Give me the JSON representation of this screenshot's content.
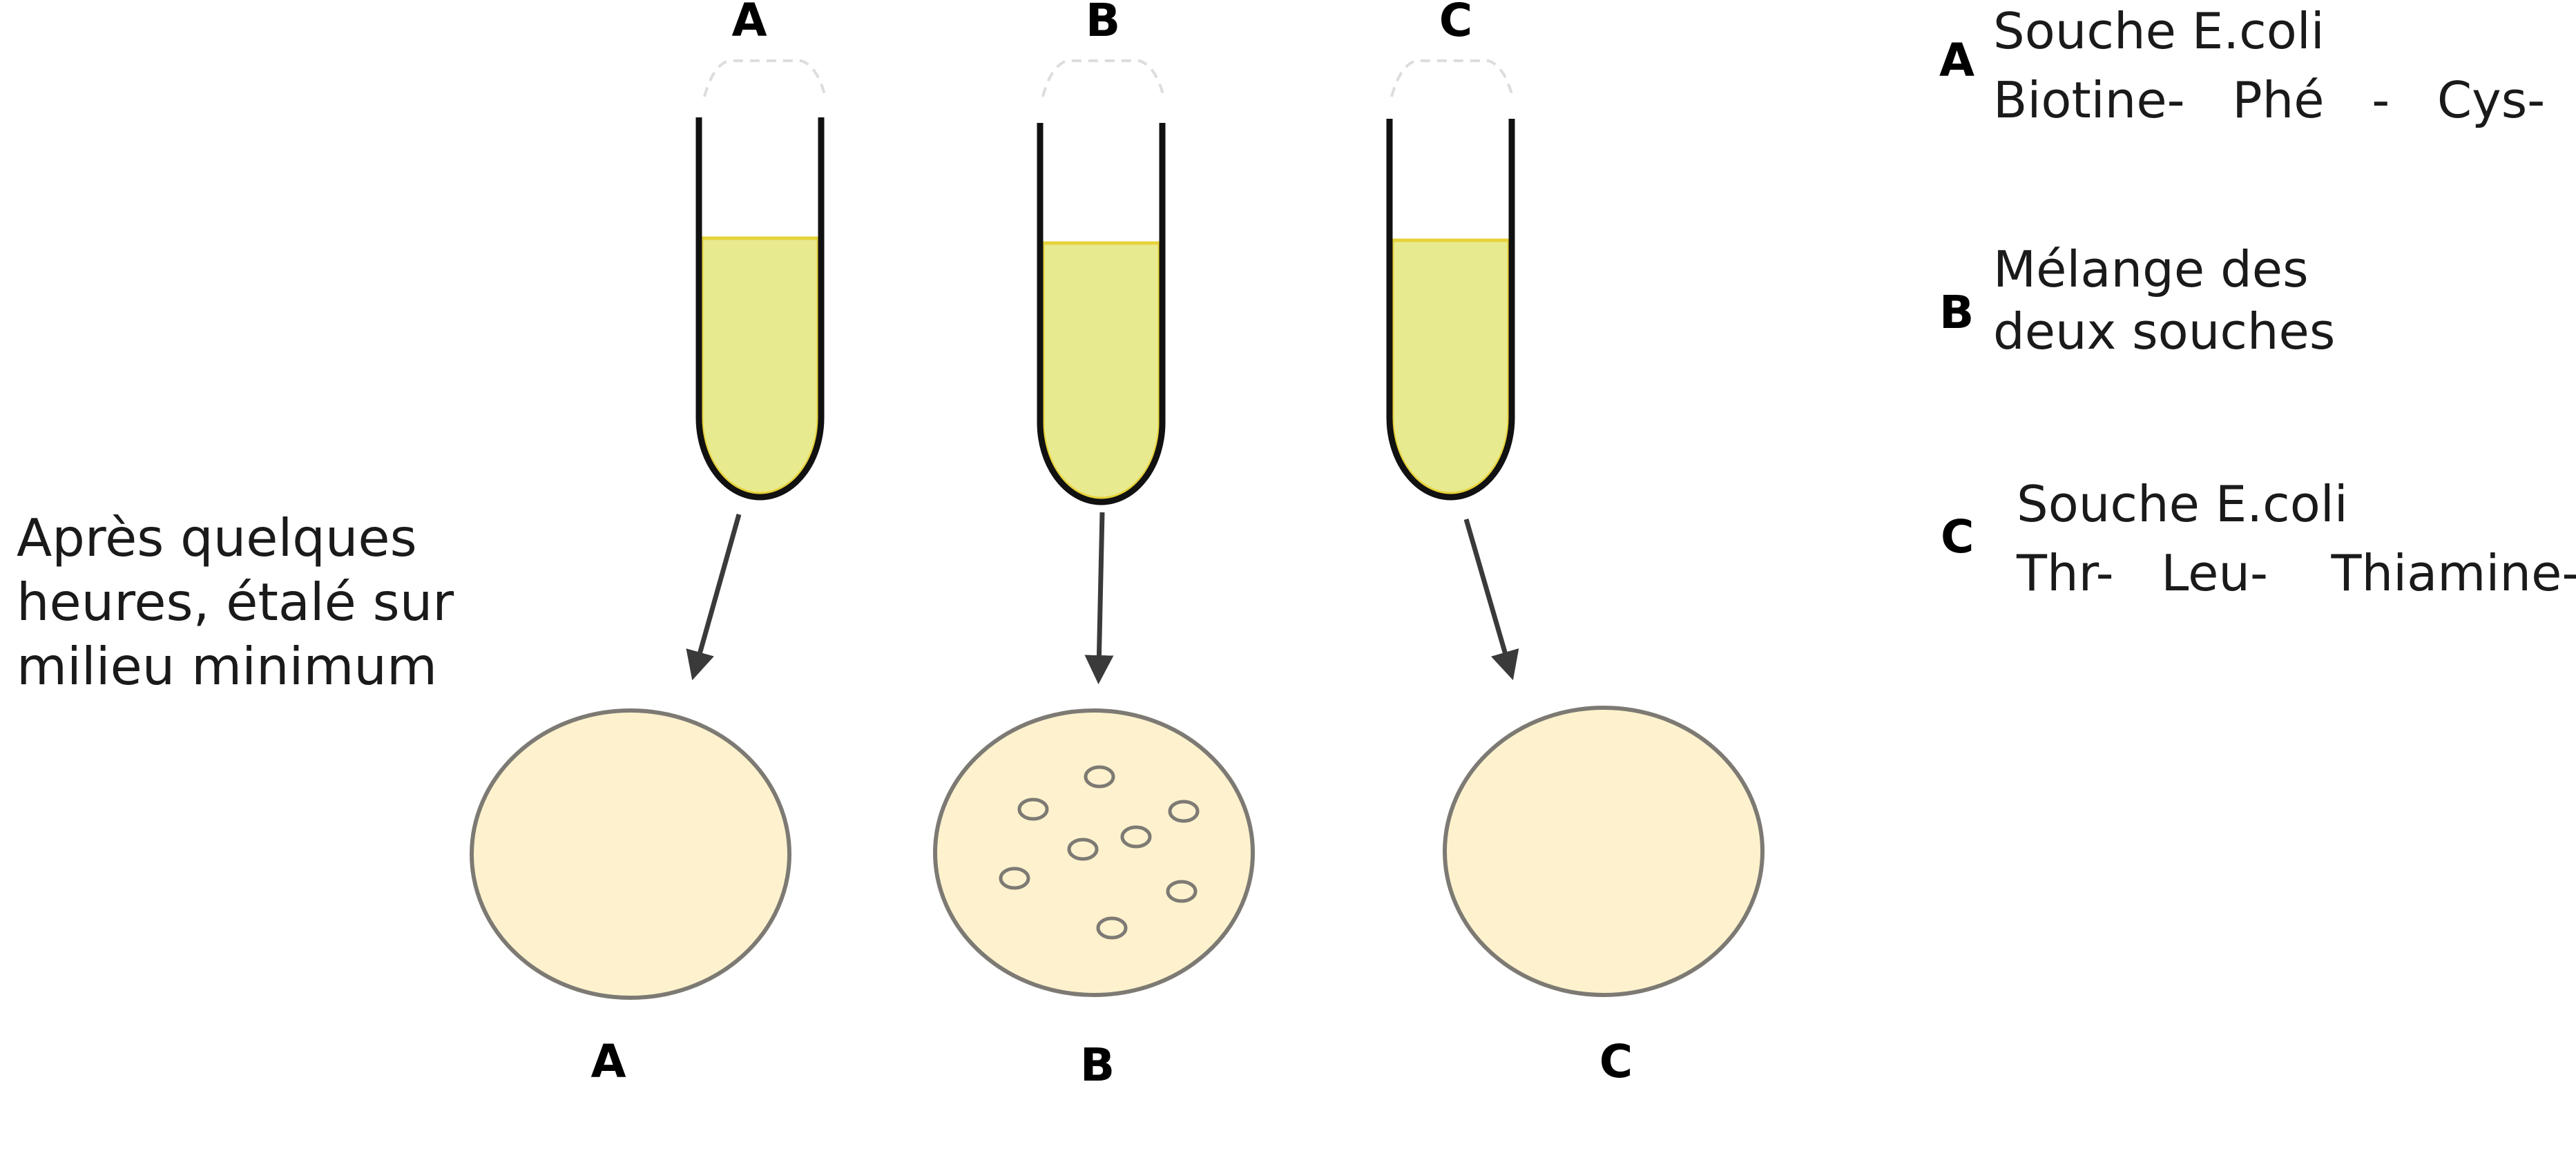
{
  "tubes": [
    {
      "label": "A"
    },
    {
      "label": "B"
    },
    {
      "label": "C"
    }
  ],
  "dishes": [
    {
      "label": "A",
      "colonies": 0
    },
    {
      "label": "B",
      "colonies": 8
    },
    {
      "label": "C",
      "colonies": 0
    }
  ],
  "legend": [
    {
      "letter": "A",
      "lines": [
        "Souche E.coli",
        "Biotine-   Phé   -   Cys-"
      ]
    },
    {
      "letter": "B",
      "lines": [
        "Mélange des",
        "deux souches"
      ]
    },
    {
      "letter": "C",
      "lines": [
        "Souche E.coli",
        "Thr-   Leu-    Thiamine-"
      ]
    }
  ],
  "note": {
    "lines": [
      "Après quelques",
      "heures, étalé sur",
      "milieu minimum"
    ]
  },
  "colors": {
    "medium": "#e8ea90",
    "medium_edge": "#e6d23a",
    "tube_glass": "#111111",
    "dish_fill": "#fdf2cd",
    "dish_stroke": "#7d7a74",
    "arrow": "#3a3a3a"
  }
}
